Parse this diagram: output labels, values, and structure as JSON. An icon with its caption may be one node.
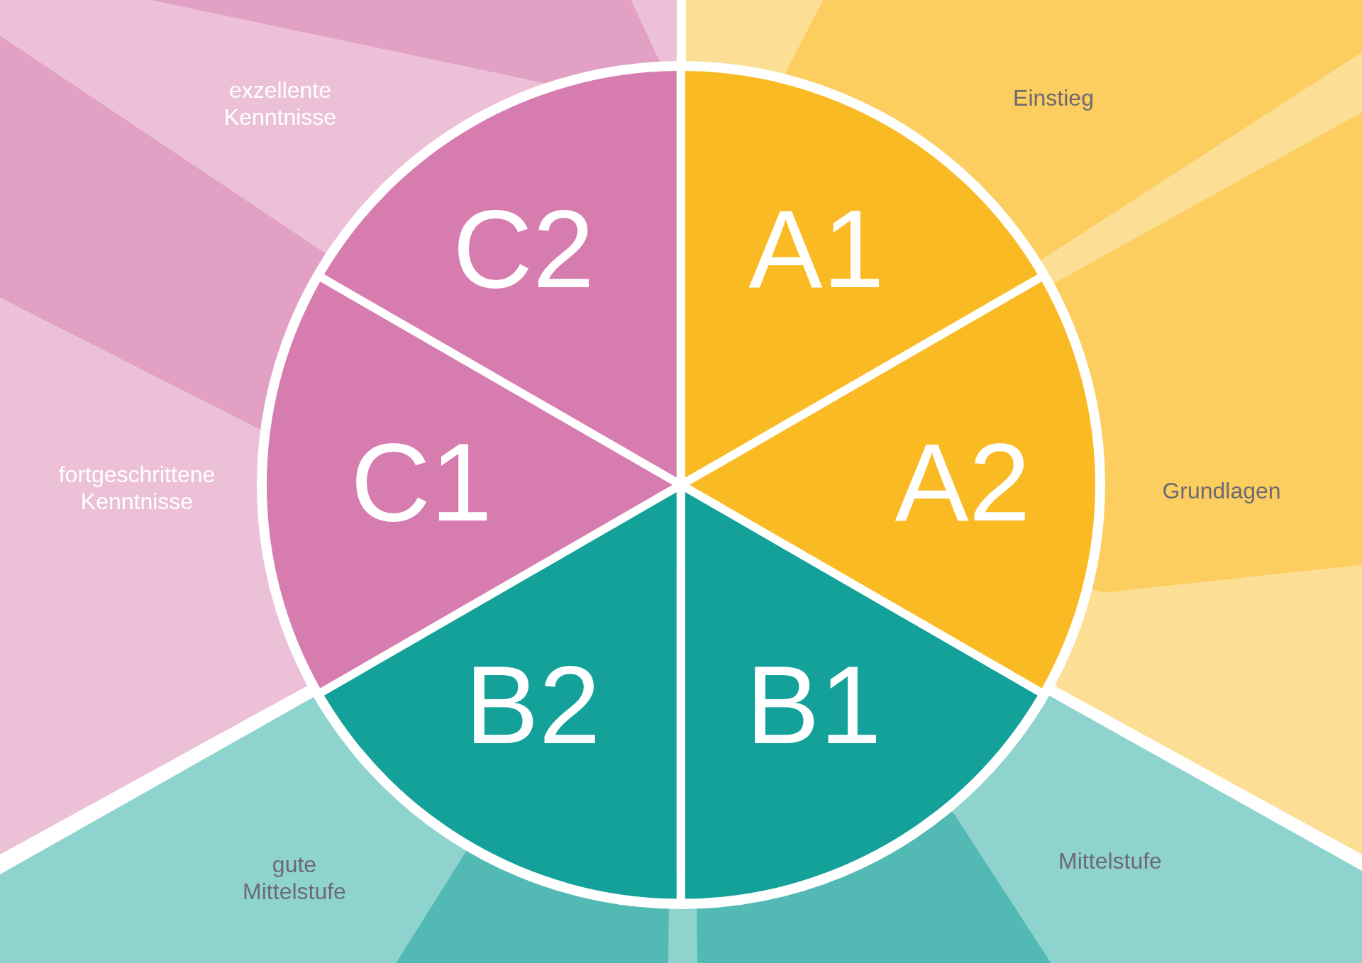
{
  "diagram": {
    "nodes": [
      {
        "text": [
          "A1"
        ],
        "beside": [
          "Einstieg"
        ]
      },
      {
        "text": [
          "A2"
        ],
        "beside": [
          "Grundlagen"
        ]
      },
      {
        "text": [
          "B1"
        ],
        "beside": [
          "Mittelstufe"
        ]
      },
      {
        "text": [
          "B2"
        ],
        "beside": [
          "gute Mittelstufe"
        ]
      },
      {
        "text": [
          "C1"
        ],
        "beside": [
          "fortgeschrittene Kenntnisse"
        ]
      },
      {
        "text": [
          "C2"
        ],
        "beside": [
          "exzellente Kenntnisse"
        ]
      }
    ]
  }
}
